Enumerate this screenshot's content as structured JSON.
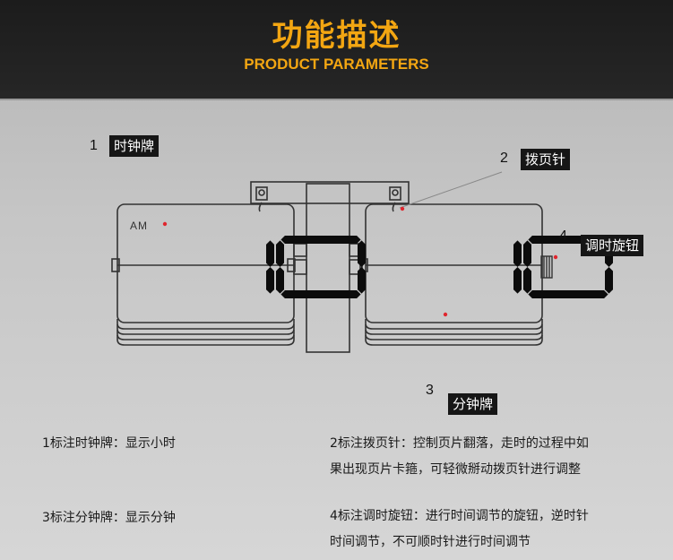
{
  "header": {
    "title": "功能描述",
    "subtitle": "PRODUCT PARAMETERS"
  },
  "clock": {
    "am_label": "AM",
    "hour_digits": "10",
    "minute_digits": "10"
  },
  "callouts": [
    {
      "number": "1",
      "label": "时钟牌"
    },
    {
      "number": "2",
      "label": "拨页针"
    },
    {
      "number": "3",
      "label": "分钟牌"
    },
    {
      "number": "4",
      "label": "调时旋钮"
    }
  ],
  "descriptions": {
    "d1": "1标注时钟牌：显示小时",
    "d2_line1": "2标注拨页针：控制页片翻落，走时的过程中如",
    "d2_line2": "果出现页片卡箍，可轻微掰动拨页针进行调整",
    "d3": "3标注分钟牌：显示分钟",
    "d4_line1": "4标注调时旋钮：进行时间调节的旋钮，逆时针",
    "d4_line2": "时间调节，不可顺时针进行时间调节"
  },
  "colors": {
    "header_bg": "#1c1c1c",
    "accent": "#f3a612",
    "marker": "#e0262e",
    "tag_bg": "#161616"
  }
}
